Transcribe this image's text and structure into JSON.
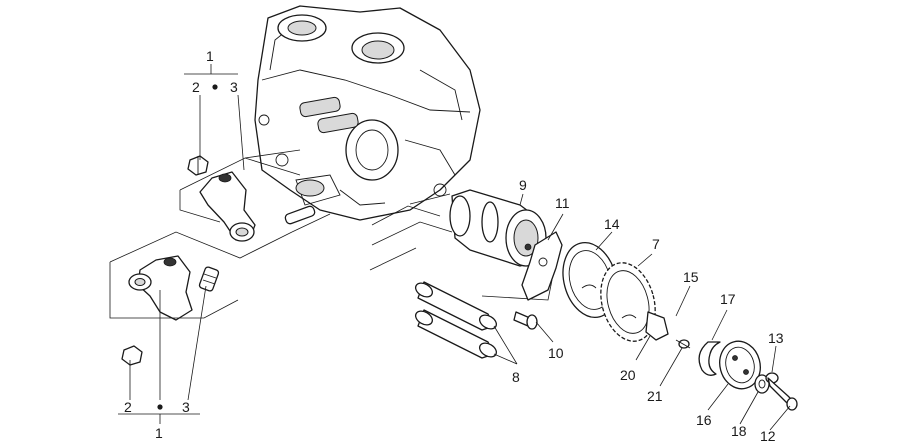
{
  "callouts": {
    "c1_top": "1",
    "c2_top": "2",
    "c3_top": "3",
    "c9": "9",
    "c11": "11",
    "c14": "14",
    "c7": "7",
    "c15": "15",
    "c17": "17",
    "c13": "13",
    "c10": "10",
    "c8": "8",
    "c20": "20",
    "c21": "21",
    "c16": "16",
    "c18": "18",
    "c12": "12",
    "c2_bottom": "2",
    "c3_bottom": "3",
    "c1_bottom": "1"
  }
}
